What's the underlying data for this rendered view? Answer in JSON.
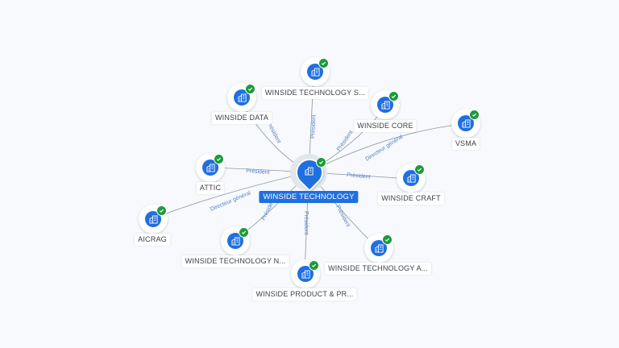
{
  "center": {
    "label": "WINSIDE TECHNOLOGY"
  },
  "nodes": [
    {
      "label": "WINSIDE TECHNOLOGY S..."
    },
    {
      "label": "WINSIDE DATA"
    },
    {
      "label": "WINSIDE CORE"
    },
    {
      "label": "VSMA"
    },
    {
      "label": "ATTIC"
    },
    {
      "label": "WINSIDE CRAFT"
    },
    {
      "label": "AICRAG"
    },
    {
      "label": "WINSIDE TECHNOLOGY N..."
    },
    {
      "label": "WINSIDE TECHNOLOGY A..."
    },
    {
      "label": "WINSIDE PRODUCT & PR..."
    }
  ],
  "edges": [
    {
      "label": "Président"
    },
    {
      "label": "Président"
    },
    {
      "label": "Président"
    },
    {
      "label": "Directeur général"
    },
    {
      "label": "Président"
    },
    {
      "label": "Président"
    },
    {
      "label": "Directeur général"
    },
    {
      "label": "Président"
    },
    {
      "label": "Président"
    },
    {
      "label": "Président"
    }
  ],
  "colors": {
    "node_fill": "#1f6fe0",
    "verified_badge": "#1c9b3b",
    "edge_label": "#5a82c8",
    "edge_line": "#8d96a3"
  },
  "icons": {
    "node": "building-icon",
    "badge": "check-icon"
  }
}
